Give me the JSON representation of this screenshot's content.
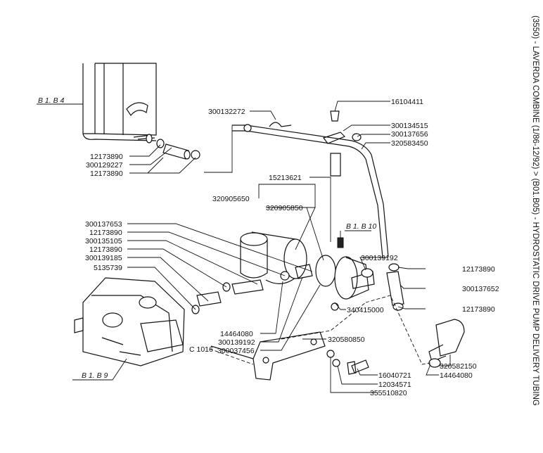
{
  "title": "(3550) - LAVERDA COMBINE (1/86-12/92) > (B01.B05) - HYDROSTATIC DRIVE PUMP DELIVERY TUBING",
  "references": {
    "ref_b1b4": "B 1. B 4",
    "ref_b1b10": "B 1. B 10",
    "ref_b1b9": "B 1. B 9",
    "ref_c1016": "C 1016"
  },
  "parts": {
    "p16104411": "16104411",
    "p300132272": "300132272",
    "p300134515": "300134515",
    "p300137656": "300137656",
    "p320583450": "320583450",
    "p12173890_a": "12173890",
    "p300129227": "300129227",
    "p12173890_b": "12173890",
    "p15213621": "15213621",
    "p320905650": "320905650",
    "p320905850": "320905850",
    "p300137653": "300137653",
    "p12173890_c": "12173890",
    "p300135105": "300135105",
    "p12173890_d": "12173890",
    "p300139185": "300139185",
    "p5135739": "5135739",
    "p300139192_a": "300139192",
    "p12173890_e": "12173890",
    "p300137652": "300137652",
    "p12173890_f": "12173890",
    "p14464080_a": "14464080",
    "p300139192_b": "300139192",
    "p300037456": "300037456",
    "p340415000": "340415000",
    "p320580850": "320580850",
    "p320582150": "320582150",
    "p14464080_b": "14464080",
    "p16040721": "16040721",
    "p12034571": "12034571",
    "p355510820": "355510820"
  }
}
